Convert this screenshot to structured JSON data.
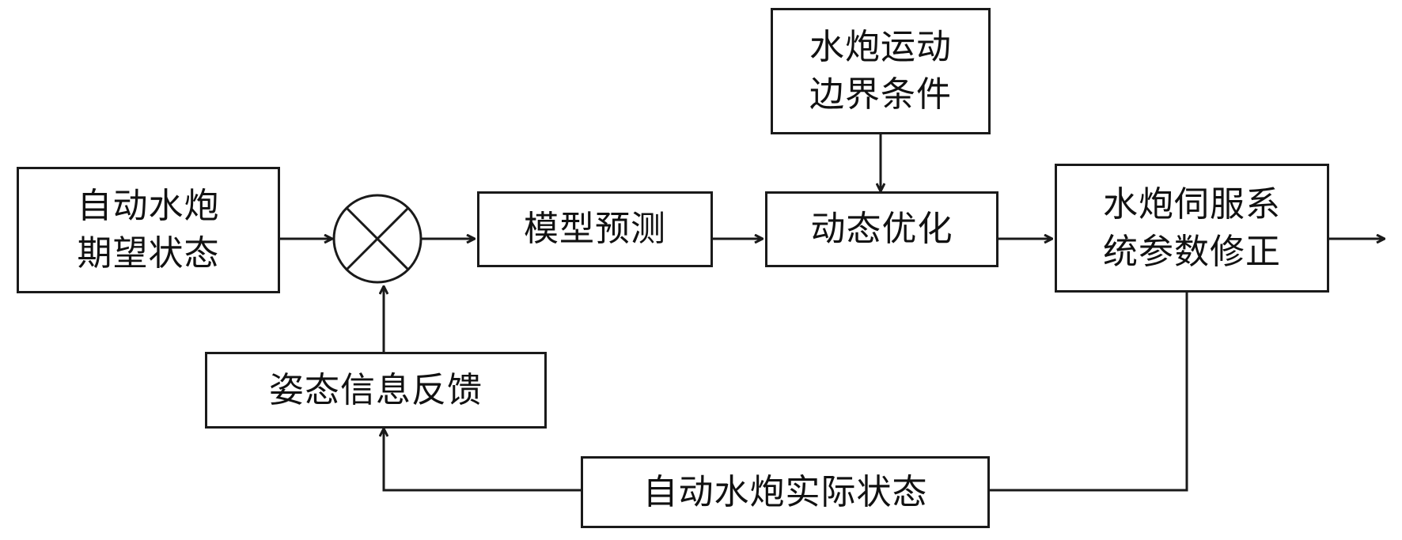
{
  "diagram": {
    "nodes": {
      "desired_state": {
        "lines": [
          "自动水炮",
          "期望状态"
        ]
      },
      "boundary": {
        "lines": [
          "水炮运动",
          "边界条件"
        ]
      },
      "model_predict": {
        "lines": [
          "模型预测"
        ]
      },
      "dynamic_opt": {
        "lines": [
          "动态优化"
        ]
      },
      "servo_correct": {
        "lines": [
          "水炮伺服系",
          "统参数修正"
        ]
      },
      "attitude_feedback": {
        "lines": [
          "姿态信息反馈"
        ]
      },
      "actual_state": {
        "lines": [
          "自动水炮实际状态"
        ]
      },
      "sum_junction": {
        "symbol": "⊗"
      }
    },
    "edges": [
      {
        "from": "desired_state",
        "to": "sum_junction"
      },
      {
        "from": "sum_junction",
        "to": "model_predict"
      },
      {
        "from": "model_predict",
        "to": "dynamic_opt"
      },
      {
        "from": "boundary",
        "to": "dynamic_opt"
      },
      {
        "from": "dynamic_opt",
        "to": "servo_correct"
      },
      {
        "from": "servo_correct",
        "to": "output"
      },
      {
        "from": "servo_correct",
        "to": "actual_state"
      },
      {
        "from": "actual_state",
        "to": "attitude_feedback"
      },
      {
        "from": "attitude_feedback",
        "to": "sum_junction"
      }
    ]
  }
}
